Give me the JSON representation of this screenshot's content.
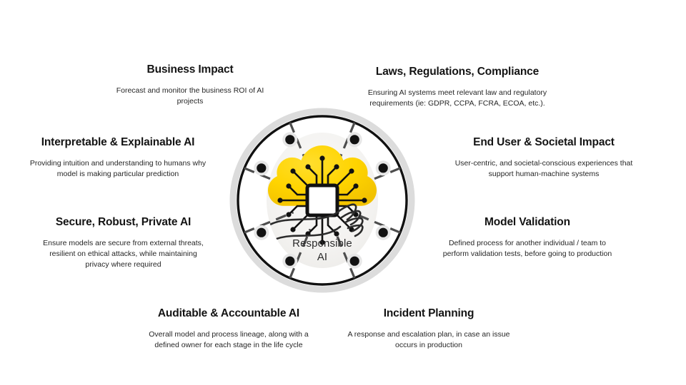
{
  "diagram": {
    "center": {
      "label_line1": "Responsible",
      "label_line2": "AI",
      "icon_name": "cloud-ai-chip-in-hand-icon"
    },
    "colors": {
      "cloud_yellow": "#FFD400",
      "cloud_yellow_dark": "#F5C400",
      "ring_dark": "#111111",
      "ring_outer_gray": "#DCDCDC",
      "spoke_gray": "#4d4d4d",
      "node_fill": "#111111",
      "node_halo": "#E4E4E4",
      "inner_oval": "#F4F3F1",
      "title_text": "#141414",
      "body_text": "#262626",
      "background": "#FFFFFF"
    },
    "node_count": 8
  },
  "pillars": [
    {
      "id": "business-impact",
      "title": "Business Impact",
      "description": "Forecast and monitor the business ROI of AI projects"
    },
    {
      "id": "laws-regulations-compliance",
      "title": "Laws, Regulations, Compliance",
      "description": "Ensuring AI systems meet relevant law and regulatory requirements (ie: GDPR, CCPA, FCRA, ECOA, etc.)."
    },
    {
      "id": "interpretable-explainable-ai",
      "title": "Interpretable & Explainable AI",
      "description": "Providing intuition and understanding to humans why model is making particular prediction"
    },
    {
      "id": "end-user-societal-impact",
      "title": "End User & Societal Impact",
      "description": "User-centric, and societal-conscious experiences that support human-machine systems"
    },
    {
      "id": "secure-robust-private-ai",
      "title": "Secure, Robust, Private AI",
      "description": "Ensure models are secure from external threats, resilient on ethical attacks, while maintaining privacy where required"
    },
    {
      "id": "model-validation",
      "title": "Model Validation",
      "description": "Defined process for another individual / team to perform validation tests, before going to production"
    },
    {
      "id": "auditable-accountable-ai",
      "title": "Auditable & Accountable AI",
      "description": "Overall model and process lineage, along with a defined owner for each stage in the life cycle"
    },
    {
      "id": "incident-planning",
      "title": "Incident Planning",
      "description": "A response and escalation plan, in case an issue occurs in production"
    }
  ]
}
